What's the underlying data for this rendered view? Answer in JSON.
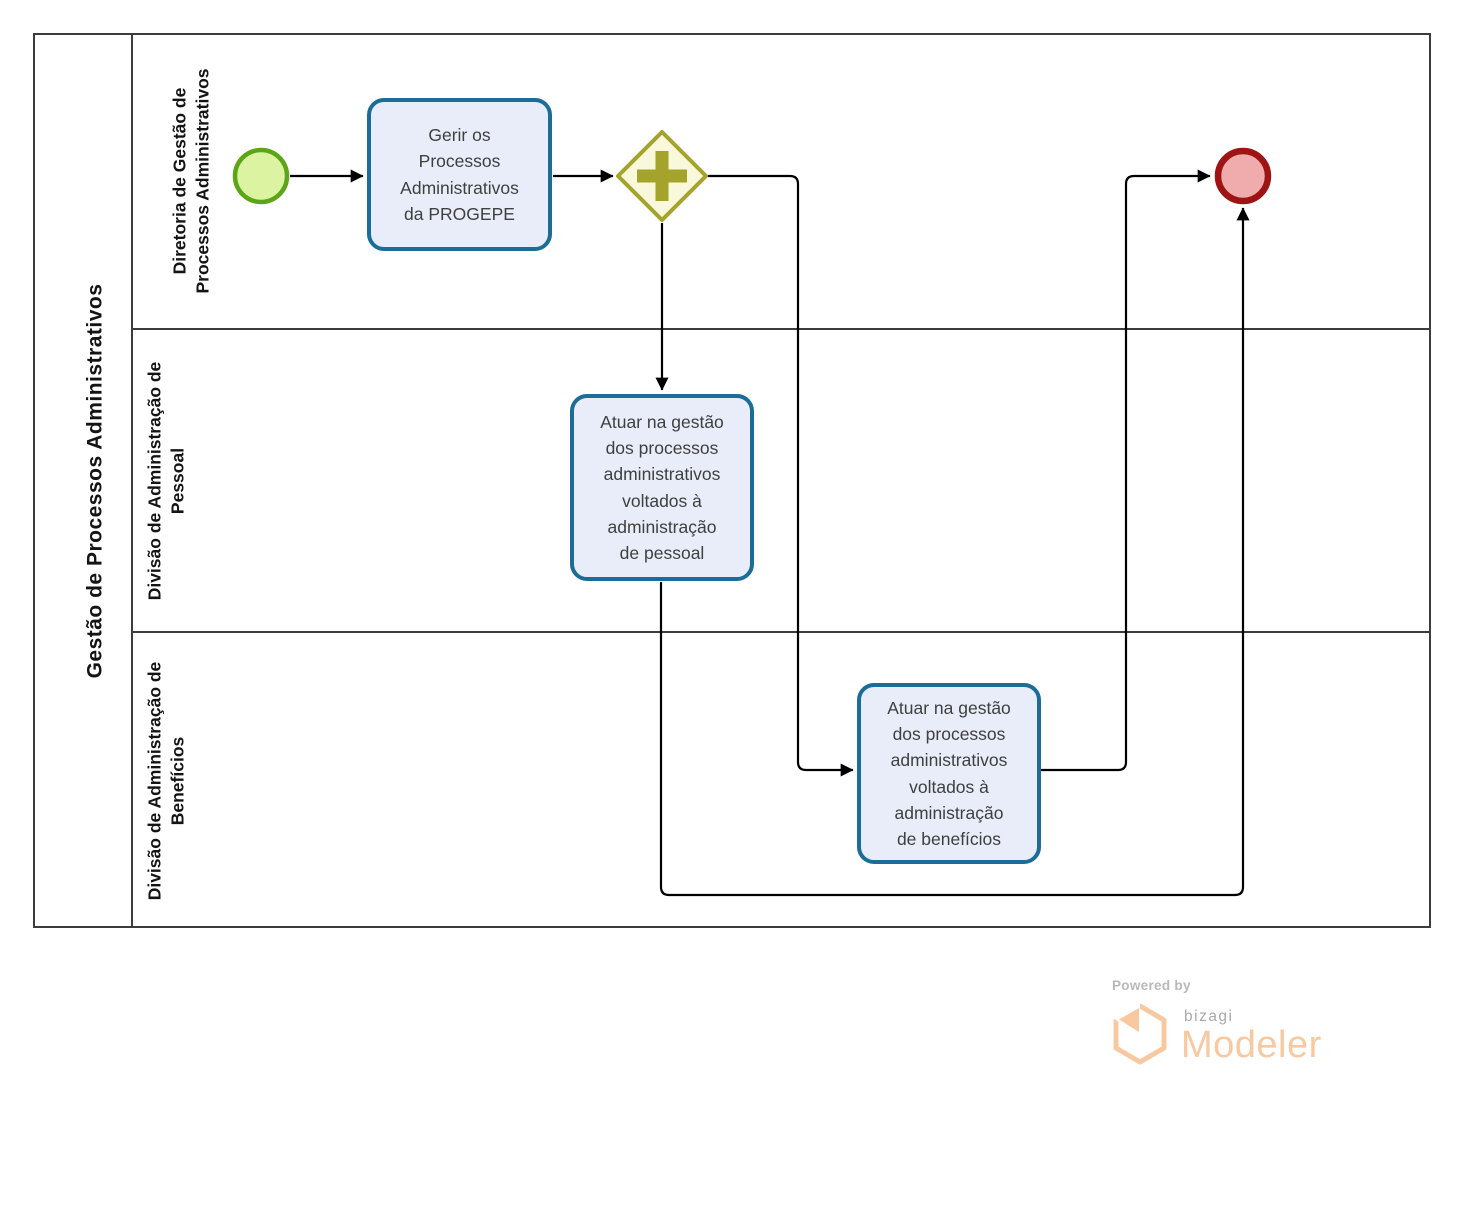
{
  "pool": {
    "title": "Gestão de Processos Administrativos",
    "lanes": [
      {
        "label_lines": [
          "Diretoria de Gestão de",
          "Processos Administrativos"
        ]
      },
      {
        "label_lines": [
          "Divisão de Administração de",
          "Pessoal"
        ]
      },
      {
        "label_lines": [
          "Divisão de Administração de",
          "Benefícios"
        ]
      }
    ]
  },
  "tasks": [
    {
      "label_lines": [
        "Gerir os",
        "Processos",
        "Administrativos",
        "da PROGEPE"
      ]
    },
    {
      "label_lines": [
        "Atuar na gestão",
        "dos processos",
        "administrativos",
        "voltados à",
        "administração",
        "de pessoal"
      ]
    },
    {
      "label_lines": [
        "Atuar na gestão",
        "dos processos",
        "administrativos",
        "voltados à",
        "administração",
        "de benefícios"
      ]
    }
  ],
  "events": {
    "start": {
      "type": "start-event",
      "fill": "#dcf4a1",
      "border": "#5ba616"
    },
    "end": {
      "type": "end-event",
      "fill": "#f0acac",
      "border": "#9e1414"
    }
  },
  "gateway": {
    "type": "parallel-gateway",
    "fill": "#f9f8da",
    "border": "#a4a32b"
  },
  "task_style": {
    "fill": "#e9edf9",
    "border": "#1b6c97"
  },
  "flow_color": "#000000",
  "footer": {
    "powered_by": "Powered by",
    "brand": "bizagi",
    "product": "Modeler",
    "brand_color": "#f8c9a0",
    "gray_color": "#a9a9a9"
  }
}
